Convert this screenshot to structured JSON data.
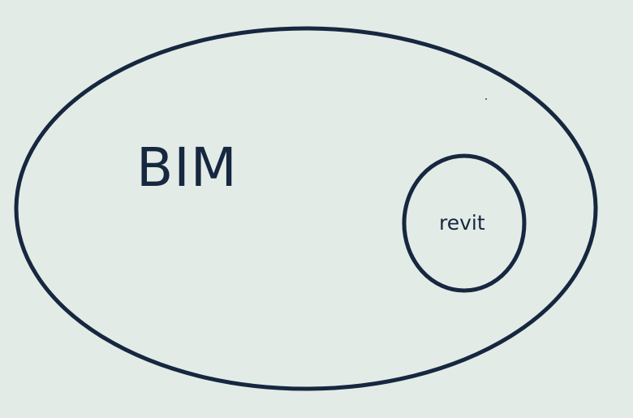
{
  "diagram": {
    "type": "nested-sets",
    "outer_set": {
      "label": "BIM",
      "color": "#16273f"
    },
    "inner_set": {
      "label": "revit",
      "color": "#16273f"
    },
    "background": "#e2ebe6"
  }
}
